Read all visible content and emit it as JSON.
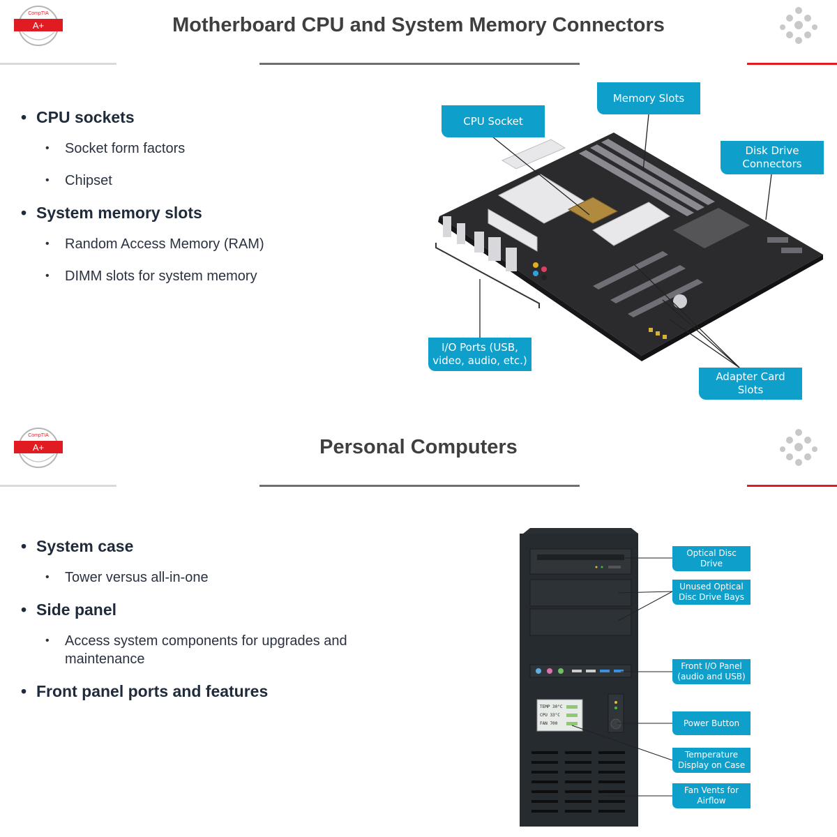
{
  "slides": [
    {
      "logo": {
        "brand": "CompTIA",
        "badge": "A+"
      },
      "title": "Motherboard CPU and System Memory Connectors",
      "bullets": [
        {
          "text": "CPU sockets",
          "sub": [
            "Socket form factors",
            "Chipset"
          ]
        },
        {
          "text": "System memory slots",
          "sub": [
            "Random Access Memory (RAM)",
            "DIMM slots for system memory"
          ]
        }
      ],
      "callouts": {
        "memory_slots": "Memory Slots",
        "cpu_socket": "CPU Socket",
        "disk_drive_1": "Disk Drive",
        "disk_drive_2": "Connectors",
        "io_ports_1": "I/O Ports (USB,",
        "io_ports_2": "video, audio, etc.)",
        "adapter_1": "Adapter Card",
        "adapter_2": "Slots"
      }
    },
    {
      "logo": {
        "brand": "CompTIA",
        "badge": "A+"
      },
      "title": "Personal Computers",
      "bullets": [
        {
          "text": "System case",
          "sub": [
            "Tower versus all-in-one"
          ]
        },
        {
          "text": "Side panel",
          "sub": [
            "Access system components for upgrades and maintenance"
          ]
        },
        {
          "text": "Front panel ports and features",
          "sub": []
        }
      ],
      "callouts": {
        "optical_1": "Optical Disc",
        "optical_2": "Drive",
        "unused_1": "Unused Optical",
        "unused_2": "Disc Drive Bays",
        "frontio_1": "Front I/O Panel",
        "frontio_2": "(audio and USB)",
        "power": "Power Button",
        "temp_1": "Temperature",
        "temp_2": "Display on Case",
        "fan_1": "Fan Vents for",
        "fan_2": "Airflow"
      },
      "case_display": {
        "temp": "TEMP 30°C",
        "cpu": "CPU 33°C",
        "fan": "FAN 700"
      }
    }
  ],
  "colors": {
    "callout": "#0f9fcb",
    "accent_red": "#e01b22",
    "title": "#3f3f3f",
    "board": "#2b2b2e"
  }
}
